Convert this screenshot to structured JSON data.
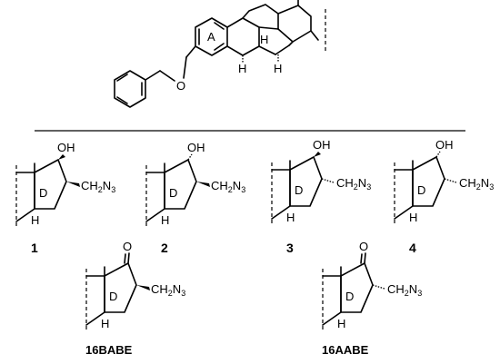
{
  "scaffold": {
    "ring_a": "A",
    "h_atom": "H",
    "o_atom": "O"
  },
  "labels": {
    "c1": "1",
    "c2": "2",
    "c3": "3",
    "c4": "4",
    "c5": "16BABE",
    "c6": "16AABE"
  },
  "fragments": {
    "ring_d": "D",
    "oh": "OH",
    "ketone_o": "O",
    "h": "H",
    "ch2": "CH",
    "sub2": "2",
    "n": "N",
    "sub3": "3"
  }
}
